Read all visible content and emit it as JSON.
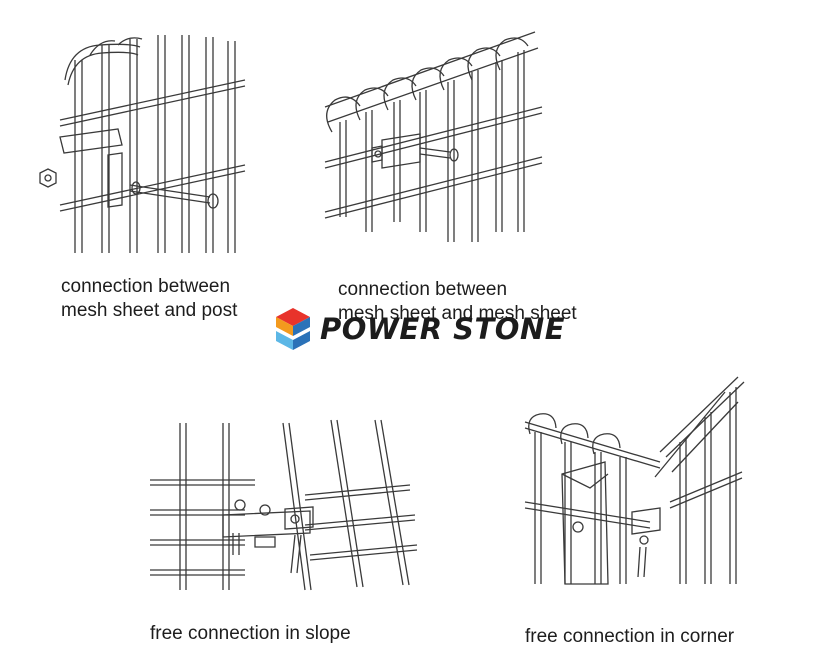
{
  "captions": {
    "mesh_post_line1": "connection between",
    "mesh_post_line2": "mesh sheet and post",
    "mesh_mesh_line1": "connection between",
    "mesh_mesh_line2": "mesh sheet and mesh sheet",
    "slope": "free connection in slope",
    "corner": "free connection in corner"
  },
  "logo": {
    "text": "POWER STONE",
    "colors": [
      "#e8332b",
      "#f39a1e",
      "#2b72b8",
      "#5cb7e6"
    ]
  },
  "colors": {
    "line": "#3a3a3a",
    "hardware": "#555555"
  }
}
